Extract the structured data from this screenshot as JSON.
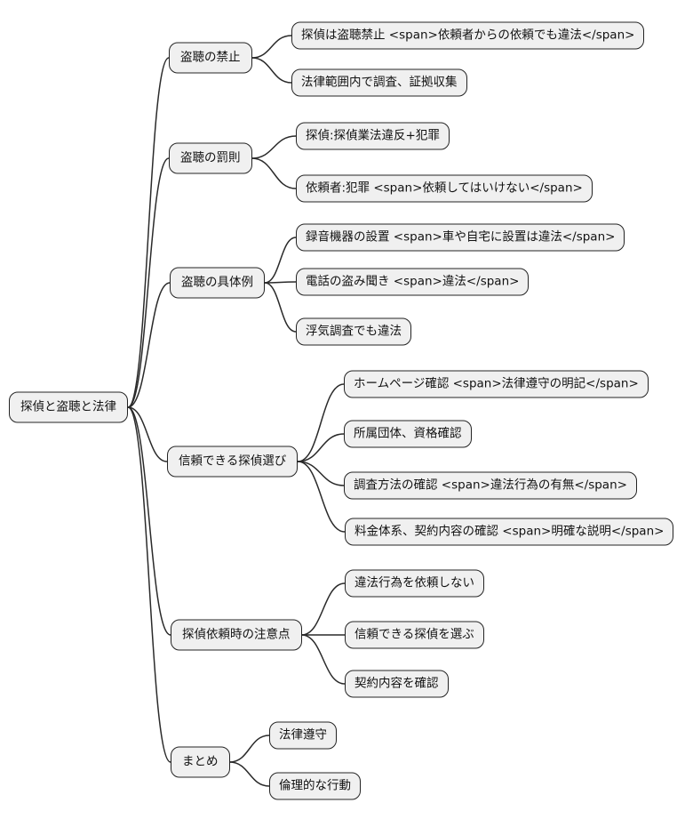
{
  "diagram_type": "mindmap",
  "colors": {
    "background": "#ffffff",
    "node_fill": "#f0f0f0",
    "node_border": "#242424",
    "edge": "#2a2a2a",
    "text": "#111111"
  },
  "mindmap": {
    "root": {
      "label": "探偵と盗聴と法律"
    },
    "branches": [
      {
        "label": "盗聴の禁止",
        "children": [
          {
            "label": "探偵は盗聴禁止 <span>依頼者からの依頼でも違法</span>"
          },
          {
            "label": "法律範囲内で調査、証拠収集"
          }
        ]
      },
      {
        "label": "盗聴の罰則",
        "children": [
          {
            "label": "探偵:探偵業法違反+犯罪"
          },
          {
            "label": "依頼者:犯罪 <span>依頼してはいけない</span>"
          }
        ]
      },
      {
        "label": "盗聴の具体例",
        "children": [
          {
            "label": "録音機器の設置 <span>車や自宅に設置は違法</span>"
          },
          {
            "label": "電話の盗み聞き <span>違法</span>"
          },
          {
            "label": "浮気調査でも違法"
          }
        ]
      },
      {
        "label": "信頼できる探偵選び",
        "children": [
          {
            "label": "ホームページ確認 <span>法律遵守の明記</span>"
          },
          {
            "label": "所属団体、資格確認"
          },
          {
            "label": "調査方法の確認 <span>違法行為の有無</span>"
          },
          {
            "label": "料金体系、契約内容の確認 <span>明確な説明</span>"
          }
        ]
      },
      {
        "label": "探偵依頼時の注意点",
        "children": [
          {
            "label": "違法行為を依頼しない"
          },
          {
            "label": "信頼できる探偵を選ぶ"
          },
          {
            "label": "契約内容を確認"
          }
        ]
      },
      {
        "label": "まとめ",
        "children": [
          {
            "label": "法律遵守"
          },
          {
            "label": "倫理的な行動"
          }
        ]
      }
    ]
  }
}
